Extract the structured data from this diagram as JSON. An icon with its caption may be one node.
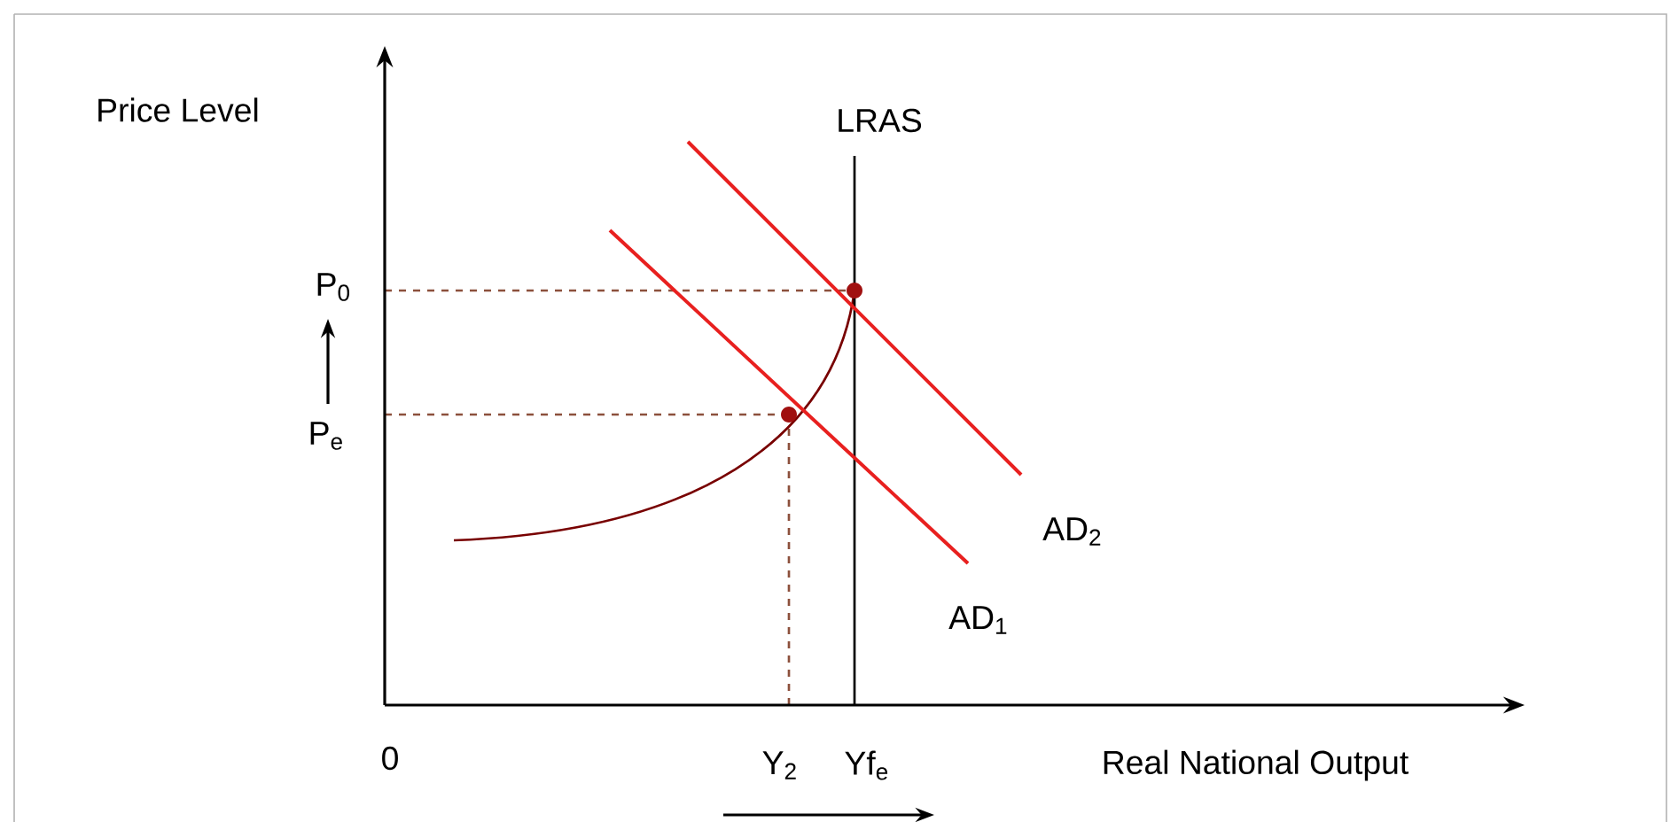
{
  "diagram": {
    "labels": [
      "Price Level",
      "LRAS",
      "P$_{0}$",
      "P$_{e}$",
      "AD$_{2}$",
      "AD$_{1}$",
      "0",
      "Y$_{2}$",
      "Yf$_{e}$",
      "Real National Output"
    ]
  }
}
